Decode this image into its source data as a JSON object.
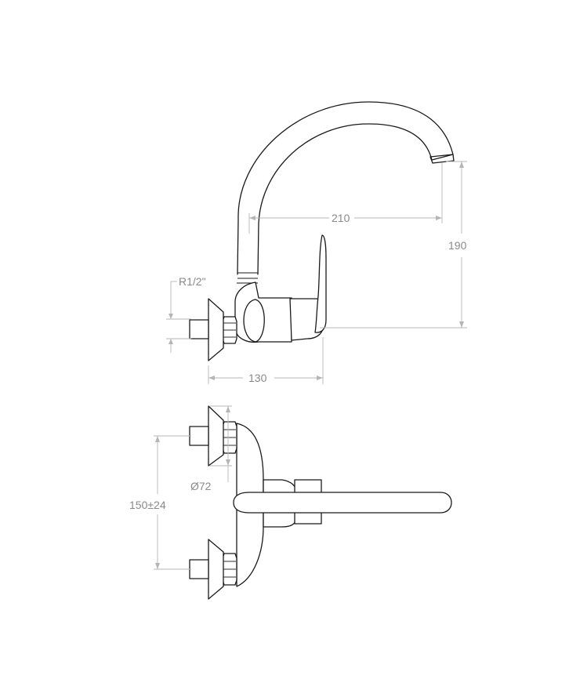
{
  "dimensions": {
    "spout_reach": "210",
    "spout_height": "190",
    "thread": "R1/2\"",
    "wall_offset": "130",
    "rosette_diameter": "Ø72",
    "center_distance": "150±24"
  }
}
